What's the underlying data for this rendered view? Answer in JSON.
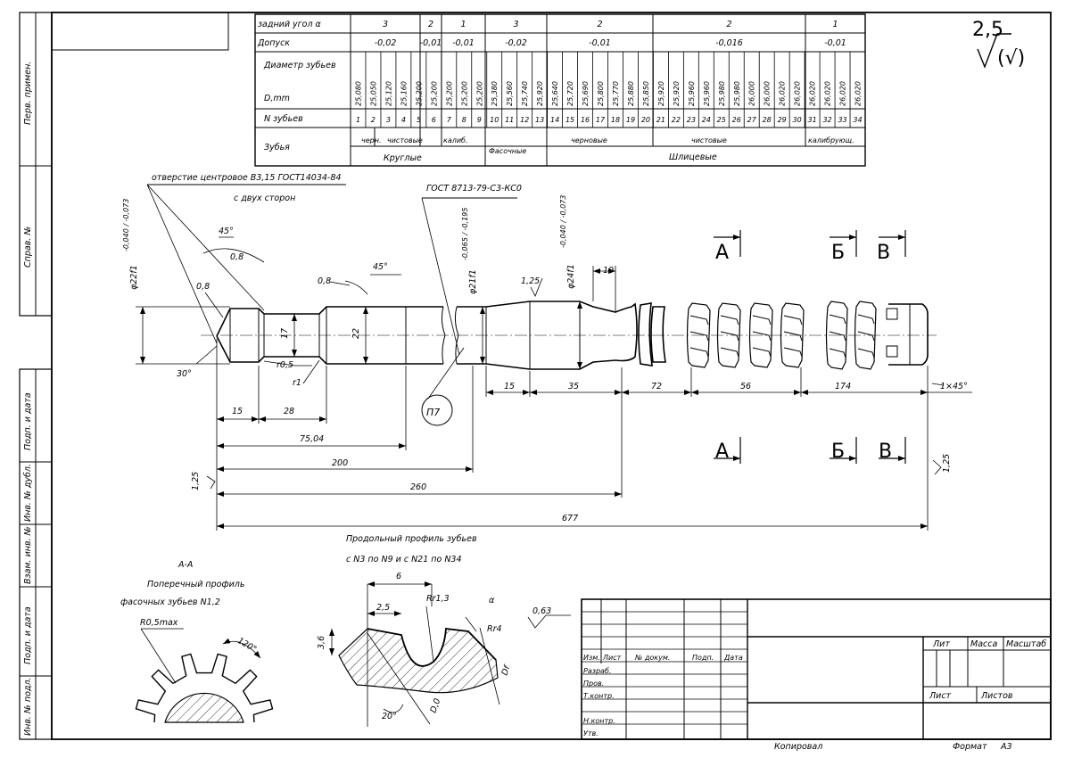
{
  "side_labels": [
    "Перв. примен.",
    "Справ. №",
    "Подп. и дата",
    "Инв. № дубл.",
    "Взам. инв. №",
    "Подп. и дата",
    "Инв. № подл."
  ],
  "roughness": {
    "main": "2,5",
    "paren": "(√)",
    "tooth": "0,63"
  },
  "teeth_table": {
    "row_labels": {
      "angle": "задний угол α",
      "tolerance": "Допуск",
      "diameter": "Диаметр зубьев",
      "diameter_unit": "D,mm",
      "number": "N зубьев",
      "teeth": "Зубья"
    },
    "angles": [
      "3",
      "2",
      "1",
      "3",
      "2",
      "2",
      "1"
    ],
    "tolerances": [
      "-0,02",
      "-0,01",
      "-0,01",
      "-0,02",
      "-0,01",
      "-0,016",
      "-0,01"
    ],
    "diameters": [
      "25,080",
      "25,050",
      "25,120",
      "25,160",
      "25,200",
      "25,200",
      "25,200",
      "25,200",
      "25,200",
      "25,380",
      "25,560",
      "25,740",
      "25,920",
      "25,640",
      "25,720",
      "25,690",
      "25,800",
      "25,770",
      "25,880",
      "25,850",
      "25,920",
      "25,920",
      "25,960",
      "25,960",
      "25,980",
      "25,980",
      "26,000",
      "26,000",
      "26,020",
      "26,020",
      "26,020",
      "26,020",
      "26,020",
      "26,020"
    ],
    "numbers": [
      "1",
      "2",
      "3",
      "4",
      "5",
      "6",
      "7",
      "8",
      "9",
      "10",
      "11",
      "12",
      "13",
      "14",
      "15",
      "16",
      "17",
      "18",
      "19",
      "20",
      "21",
      "22",
      "23",
      "24",
      "25",
      "26",
      "27",
      "28",
      "29",
      "30",
      "31",
      "32",
      "33",
      "34"
    ],
    "kinds": [
      "черн.",
      "чистовые",
      "калиб.",
      "Фасочные",
      "черновые",
      "чистовые",
      "калибрующ."
    ],
    "groups": [
      "Круглые",
      "Шлицевые"
    ]
  },
  "notes": {
    "center_hole": "отверстие центровое В3,15 ГОСТ14034-84",
    "both_sides": "с двух сторон",
    "gost": "ГОСТ 8713-79-С3-КС0",
    "profile_title": "Продольный профиль зубьев",
    "profile_sub": "с N3 по N9 и с N21 по N34",
    "section_title": "А-А",
    "section_sub1": "Поперечный профиль",
    "section_sub2": "фасочных зубьев N1,2",
    "rmax": "R0,5max",
    "angle120": "120°"
  },
  "dims": {
    "d221": "φ22f1",
    "tol221": "-0,040 / -0,073",
    "d211": "φ21f1",
    "tol211": "-0,065 / -0,195",
    "d241": "φ24f1",
    "tol241": "-0,040 / -0,073",
    "ch45a": "45°",
    "ch45b": "45°",
    "c08a": "0,8",
    "c08b": "0,8",
    "c08c": "0,8",
    "a30": "30°",
    "d17": "17",
    "d22": "22",
    "r05": "r0,5",
    "r1": "r1",
    "r125": "1,25",
    "d10": "10",
    "l15a": "15",
    "l28": "28",
    "l7504": "75,04",
    "l200": "200",
    "l260": "260",
    "l677": "677",
    "l15b": "15",
    "l35": "35",
    "l72": "72",
    "l56": "56",
    "l174": "174",
    "ch1x45": "1×45°",
    "left125": "1,25",
    "right125": "1,25",
    "stamp": "П7",
    "tooth6": "6",
    "tooth25": "2,5",
    "toothR13": "Rr1,3",
    "toothA": "α",
    "toothRr4": "Rr4",
    "tooth36": "3,6",
    "tooth20": "20°",
    "toothD": "D,0",
    "toothDf": "Df"
  },
  "section_marks": {
    "a": "А",
    "b": "Б",
    "v": "В"
  },
  "title_block": {
    "col_izm": "Изм.",
    "col_list": "Лист",
    "col_doc": "№ докум.",
    "col_sign": "Подп.",
    "col_date": "Дата",
    "rows": [
      "Разраб.",
      "Пров.",
      "Т.контр.",
      "Н.контр.",
      "Утв."
    ],
    "lit": "Лит",
    "mass": "Масса",
    "scale": "Масштаб",
    "sheet": "Лист",
    "sheets": "Листов"
  },
  "footer": {
    "copied": "Копировал",
    "format": "Формат",
    "format_value": "А3"
  }
}
